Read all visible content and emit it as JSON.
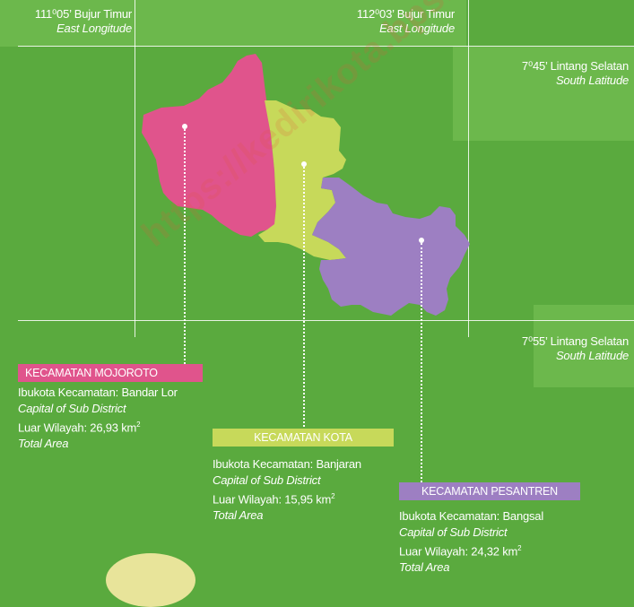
{
  "colors": {
    "background": "#5aaa3e",
    "panel": "#6cb84c",
    "mojoroto": "#e0548c",
    "kota": "#c7d95a",
    "pesantren": "#9d7fc2",
    "mojoroto_label": "#e0548c",
    "kota_label": "#c7d95a",
    "pesantren_label": "#9d7fc2"
  },
  "coords": {
    "lon_west": {
      "main": "111⁰05’ Bujur Timur",
      "sub": "East Longitude"
    },
    "lon_east": {
      "main": "112⁰03’ Bujur Timur",
      "sub": "East Longitude"
    },
    "lat_north": {
      "main": "7⁰45’ Lintang Selatan",
      "sub": "South Latitude"
    },
    "lat_south": {
      "main": "7⁰55’ Lintang Selatan",
      "sub": "South Latitude"
    }
  },
  "watermark": "https://kedirikota.bps.go.id",
  "districts": [
    {
      "name": "KECAMATAN MOJOROTO",
      "capital_line": "Ibukota Kecamatan: Bandar Lor",
      "capital_en": "Capital of Sub District",
      "area_line": "Luar Wilayah: 26,93 km",
      "area_unit_sup": "2",
      "area_en": "Total Area"
    },
    {
      "name": "KECAMATAN KOTA",
      "capital_line": "Ibukota Kecamatan: Banjaran",
      "capital_en": "Capital of Sub District",
      "area_line": "Luar Wilayah: 15,95 km",
      "area_unit_sup": "2",
      "area_en": "Total Area"
    },
    {
      "name": "KECAMATAN PESANTREN",
      "capital_line": "Ibukota Kecamatan: Bangsal",
      "capital_en": "Capital of Sub District",
      "area_line": "Luar Wilayah: 24,32 km",
      "area_unit_sup": "2",
      "area_en": "Total Area"
    }
  ]
}
